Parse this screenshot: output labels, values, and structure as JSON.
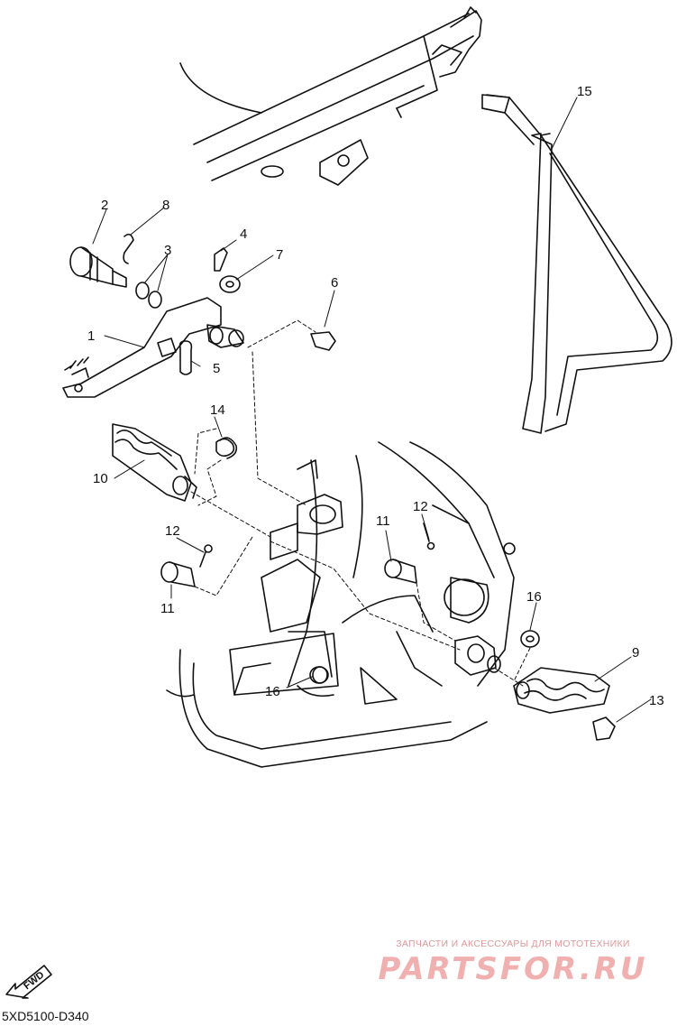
{
  "callouts": {
    "c1": "1",
    "c2": "2",
    "c3": "3",
    "c4": "4",
    "c5": "5",
    "c6": "6",
    "c7": "7",
    "c8": "8",
    "c9": "9",
    "c10": "10",
    "c11a": "11",
    "c11b": "11",
    "c12a": "12",
    "c12b": "12",
    "c13": "13",
    "c14": "14",
    "c15": "15",
    "c16a": "16",
    "c16b": "16"
  },
  "fwd_label": "FWD",
  "diagram_code": "5XD5100-D340",
  "watermark": {
    "tagline": "ЗАПЧАСТИ И АКСЕССУАРЫ ДЛЯ МОТОТЕХНИКИ",
    "logo": "PARTSFOR.RU"
  }
}
